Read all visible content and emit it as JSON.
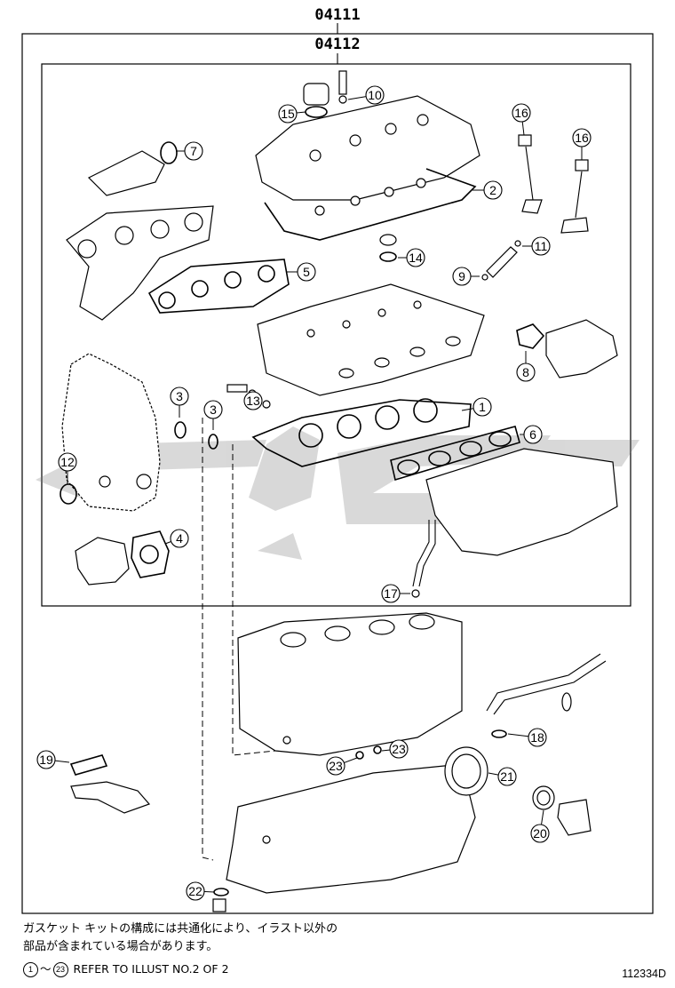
{
  "kit_numbers": {
    "outer": "04111",
    "inner": "04112"
  },
  "callouts": [
    "1",
    "2",
    "3",
    "3",
    "4",
    "5",
    "6",
    "7",
    "8",
    "9",
    "10",
    "11",
    "12",
    "13",
    "14",
    "15",
    "16",
    "16",
    "17",
    "18",
    "19",
    "20",
    "21",
    "22",
    "23",
    "23"
  ],
  "note_japanese_line1": "ガスケット キットの構成には共通化により、イラスト以外の",
  "note_japanese_line2": "部品が含まれている場合があります。",
  "note_english": {
    "start": "1",
    "tilde": "～",
    "end": "23",
    "text": "REFER TO ILLUST NO.2 OF 2"
  },
  "figure_code": "112334D"
}
